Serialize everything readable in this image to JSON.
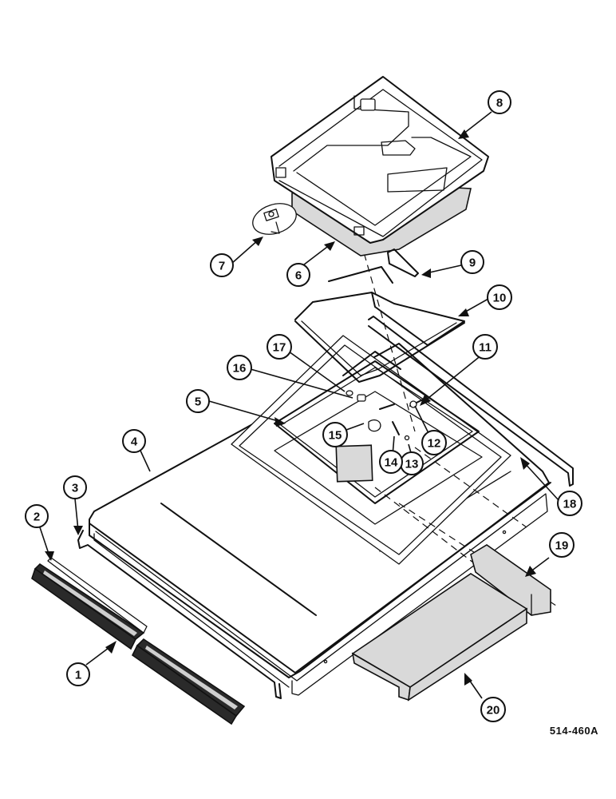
{
  "figure_ref": "514-460A",
  "callouts": [
    "1",
    "2",
    "3",
    "4",
    "5",
    "6",
    "7",
    "8",
    "9",
    "10",
    "11",
    "12",
    "13",
    "14",
    "15",
    "16",
    "17",
    "18",
    "19",
    "20"
  ]
}
